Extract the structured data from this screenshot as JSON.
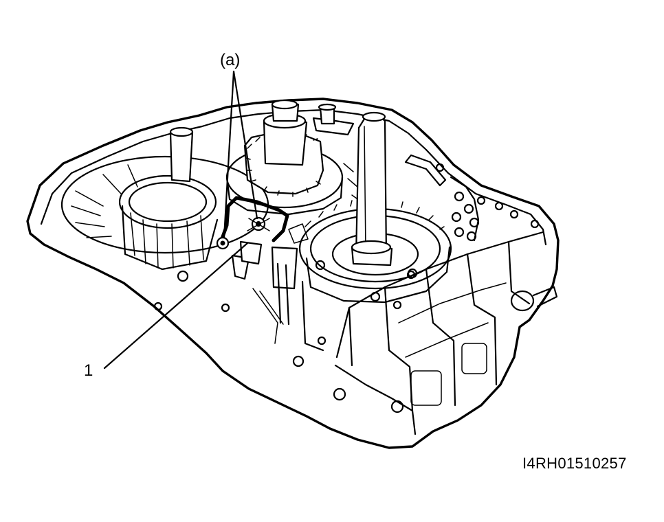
{
  "callouts": {
    "a": "(a)",
    "one": "1"
  },
  "figure_code": "I4RH01510257"
}
